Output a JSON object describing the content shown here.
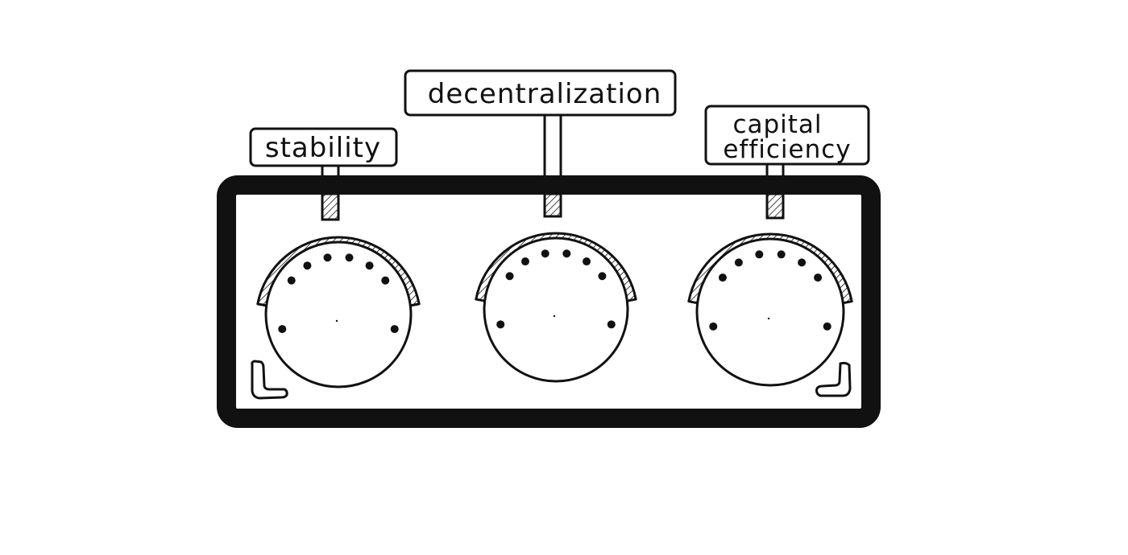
{
  "knobs": [
    {
      "id": "stability",
      "label_lines": [
        "stability"
      ]
    },
    {
      "id": "decentralization",
      "label_lines": [
        "decentralization"
      ]
    },
    {
      "id": "capital-efficiency",
      "label_lines": [
        "capital",
        "efficiency"
      ]
    }
  ],
  "colors": {
    "ink": "#111111",
    "panel_fill": "#ffffff",
    "page_background": "#ffffff"
  }
}
